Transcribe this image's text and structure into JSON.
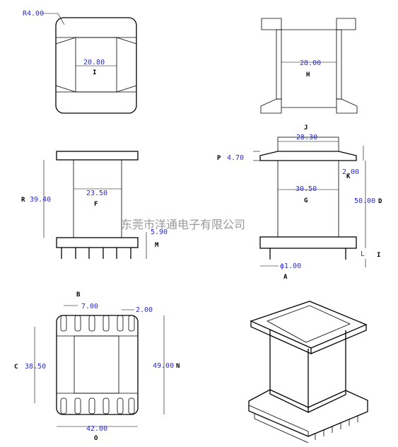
{
  "watermark": "东莞市洋通电子有限公司",
  "top_view": {
    "corner_radius": "R4.00",
    "window_width": "20.80",
    "label": "I"
  },
  "section_view": {
    "inner_width": "28.00",
    "label": "H"
  },
  "front_view": {
    "height": "39.40",
    "height_label": "R",
    "core_width": "23.50",
    "core_label": "F",
    "pin_length": "5.90",
    "pin_label": "M"
  },
  "side_view": {
    "flange_width": "28.30",
    "flange_label": "J",
    "flange_thickness": "4.70",
    "flange_thickness_label": "P",
    "step": "2.00",
    "step_label": "K",
    "core_width": "30.50",
    "core_label": "G",
    "total_height": "50.00",
    "total_height_label": "D",
    "pin_dia": "ϕ1.00",
    "pin_dia_label": "A",
    "pin_l": "L",
    "pin_l_label": "I"
  },
  "bottom_view": {
    "pin_pitch": "7.00",
    "pin_pitch_label": "B",
    "slot": "2.00",
    "depth": "38.50",
    "depth_label": "C",
    "length": "49.00",
    "length_label": "N",
    "width": "42.00",
    "width_label": "O"
  }
}
